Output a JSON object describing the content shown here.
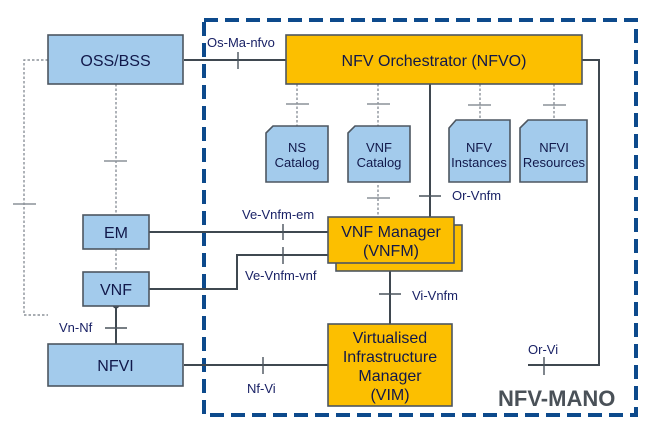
{
  "diagram": {
    "title": "NFV-MANO architectural framework",
    "mano_label": "NFV-MANO",
    "colors": {
      "external_block": "#a3cbec",
      "mano_block": "#fcbf00",
      "mano_border": "#0d4a8c",
      "text": "#11184a"
    },
    "blocks": {
      "oss_bss": "OSS/BSS",
      "em": "EM",
      "vnf": "VNF",
      "nfvi": "NFVI",
      "nfvo": "NFV Orchestrator (NFVO)",
      "vnfm_line1": "VNF Manager",
      "vnfm_line2": "(VNFM)",
      "vim_line1": "Virtualised",
      "vim_line2": "Infrastructure",
      "vim_line3": "Manager",
      "vim_line4": "(VIM)"
    },
    "repositories": [
      {
        "line1": "NS",
        "line2": "Catalog"
      },
      {
        "line1": "VNF",
        "line2": "Catalog"
      },
      {
        "line1": "NFV",
        "line2": "Instances"
      },
      {
        "line1": "NFVI",
        "line2": "Resources"
      }
    ],
    "interfaces": {
      "os_ma_nfvo": "Os-Ma-nfvo",
      "or_vnfm": "Or-Vnfm",
      "ve_vnfm_em": "Ve-Vnfm-em",
      "ve_vnfm_vnf": "Ve-Vnfm-vnf",
      "vi_vnfm": "Vi-Vnfm",
      "vn_nf": "Vn-Nf",
      "nf_vi": "Nf-Vi",
      "or_vi": "Or-Vi"
    }
  }
}
